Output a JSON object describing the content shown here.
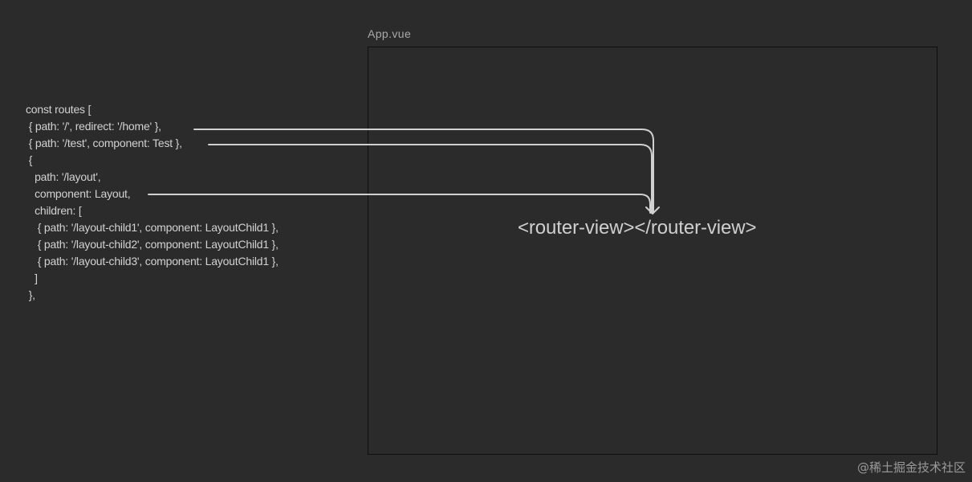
{
  "frame_title": "App.vue",
  "router_view": "<router-view></router-view>",
  "watermark": "@稀土掘金技术社区",
  "code_lines": [
    "const routes [",
    " { path: '/', redirect: '/home' },",
    " { path: '/test', component: Test },",
    " {",
    "   path: '/layout',",
    "   component: Layout,",
    "   children: [",
    "    { path: '/layout-child1', component: LayoutChild1 },",
    "    { path: '/layout-child2', component: LayoutChild1 },",
    "    { path: '/layout-child3', component: LayoutChild1 },",
    "   ]",
    " },"
  ],
  "colors": {
    "background": "#2b2b2b",
    "text": "#d2d2d2",
    "arrow": "#d0d0d0",
    "frame_border": "#0d0d0d"
  }
}
